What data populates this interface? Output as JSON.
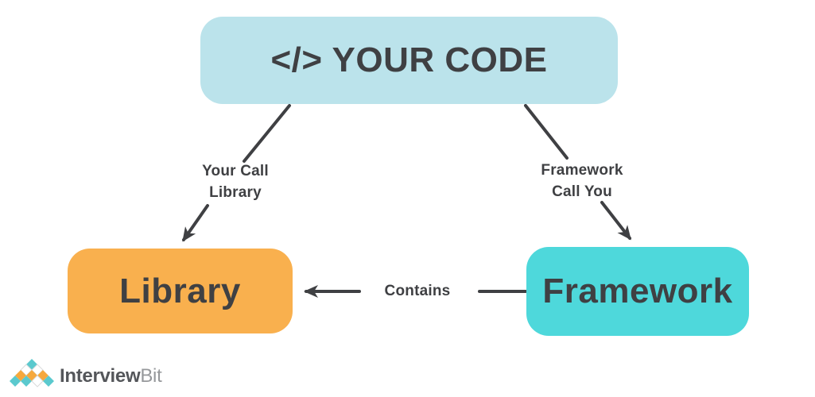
{
  "diagram": {
    "title_node": {
      "label": "</> YOUR CODE",
      "fill": "#BBE3EB"
    },
    "nodes": {
      "library": {
        "label": "Library",
        "fill": "#F9B04E"
      },
      "framework": {
        "label": "Framework",
        "fill": "#4ED8DB"
      }
    },
    "edges": {
      "your_call_library": {
        "line1": "Your Call",
        "line2": "Library"
      },
      "framework_call_you": {
        "line1": "Framework",
        "line2": "Call You"
      },
      "contains": {
        "label": "Contains"
      }
    },
    "colors": {
      "arrow": "#3F4043",
      "text": "#3F4043"
    }
  },
  "branding": {
    "logo_bold": "Interview",
    "logo_light": "Bit",
    "logo_colors": {
      "teal": "#5BC9CE",
      "orange": "#F6A83C",
      "white": "#FFFFFF"
    }
  }
}
